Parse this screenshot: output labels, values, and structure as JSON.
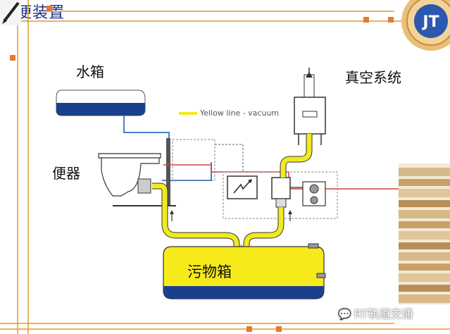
{
  "slide": {
    "title": "集便装置"
  },
  "diagram": {
    "labels": {
      "water_tank": "水箱",
      "vacuum_system": "真空系统",
      "toilet": "便器",
      "waste_tank": "污物箱"
    },
    "legend": "Yellow line - vacuum"
  },
  "watermark": {
    "text": "RT轨道交通"
  },
  "colors": {
    "title": "#1c2f8a",
    "frame_line": "#e39a2a",
    "accent_square": "#e8792c",
    "vacuum_line": "#f0ea20",
    "water_line": "#4a7fd0",
    "signal_line": "#d04040",
    "tank_blue": "#1a3f8c"
  }
}
